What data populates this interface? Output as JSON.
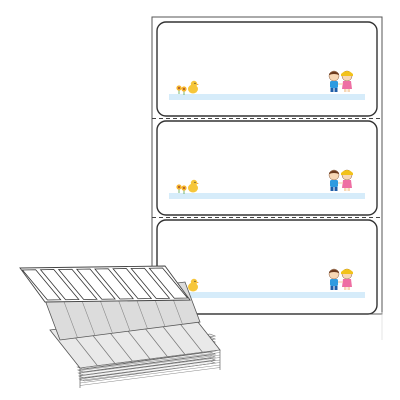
{
  "product": {
    "labels_per_sheet": 3,
    "label_fill": "#ffffff",
    "label_border": "#333333",
    "banner_color": "#d6ecfa",
    "stack_color": "#e9e9e9",
    "perforation_color": "#444444"
  },
  "labels": [
    {
      "decoration_left": "chick-and-flowers-illustration",
      "decoration_right": "two-children-holding-hands-illustration"
    },
    {
      "decoration_left": "chick-and-flowers-illustration",
      "decoration_right": "two-children-holding-hands-illustration"
    },
    {
      "decoration_left": "chick-and-flowers-illustration",
      "decoration_right": "two-children-holding-hands-illustration"
    }
  ]
}
